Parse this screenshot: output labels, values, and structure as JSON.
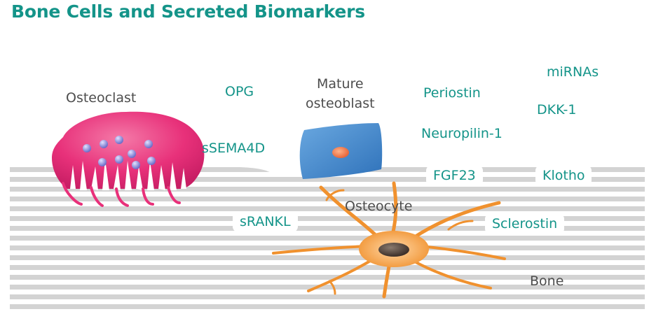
{
  "title": "Bone Cells and Secreted Biomarkers",
  "cells": {
    "osteoclast": "Osteoclast",
    "osteoblast_line1": "Mature",
    "osteoblast_line2": "osteoblast",
    "osteocyte": "Osteocyte",
    "bone": "Bone"
  },
  "biomarkers": {
    "opg": "OPG",
    "ssema4d": "sSEMA4D",
    "srankl": "sRANKL",
    "periostin": "Periostin",
    "neuropilin": "Neuropilin-1",
    "fgf23": "FGF23",
    "mirnas": "miRNAs",
    "dkk1": "DKK-1",
    "klotho": "Klotho",
    "sclerostin": "Sclerostin"
  },
  "colors": {
    "title": "#149489",
    "biomarker_text": "#149489",
    "cell_label_text": "#4d4d4d",
    "bone_stripe": "#d3d3d3",
    "osteoclast": "#e8317a",
    "osteoblast": "#3f86cc",
    "osteocyte": "#f29a3c"
  }
}
